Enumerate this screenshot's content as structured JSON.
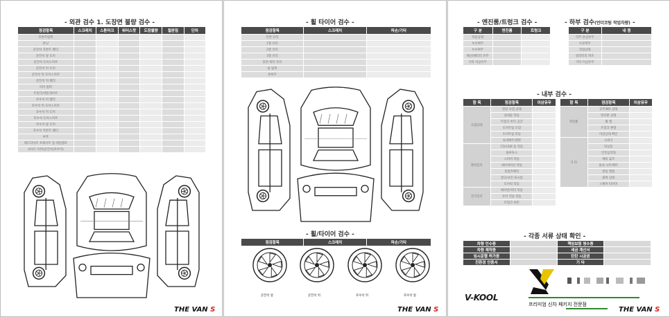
{
  "page1": {
    "title": "- 외관 검수 1. 도장면 불량 검수 -",
    "table": {
      "headers": [
        "점검항목",
        "스크래치",
        "스톤마크",
        "워터스팟",
        "도장불량",
        "철판침",
        "단차"
      ],
      "rows": [
        "프론트범퍼",
        "본닛",
        "운전석 프론트 휀더",
        "운전석 앞 도어",
        "운전석 도어스커프",
        "운전석 뒤 도어",
        "운전석 뒤 도어스커프",
        "운전석 뒤 휀더",
        "리어 범퍼",
        "트렁크/테일게이트",
        "조수석 뒤 휀더",
        "조수석 뒤 도어스커프",
        "조수석 뒤 도어",
        "조수석 도어스커프",
        "조수석 앞 도어",
        "조수석 프론트 휀더",
        "루프",
        "헤드라이트 프레이트 및 테일램프",
        "사이드 미러(운전석/조수석)"
      ]
    },
    "brand": "THE VAN",
    "brand_s": "S"
  },
  "page2": {
    "title1": "- 휠 타이어 검수 -",
    "table1": {
      "headers": [
        "점검항목",
        "스크래치",
        "파손/기타"
      ],
      "rows": [
        "전면 유리",
        "1열 유리",
        "2열 유리",
        "3열 유리",
        "후면 쿼터 유리",
        "뒷 범퍼",
        "썬루프"
      ]
    },
    "title2": "- 휠/타이어 검수 -",
    "table2": {
      "headers": [
        "점검항목",
        "스크래치",
        "파손/기타"
      ]
    },
    "wheels": [
      "운전석 앞",
      "운전석 뒤",
      "조수석 뒤",
      "조수석 앞"
    ],
    "brand": "THE VAN",
    "brand_s": "S"
  },
  "page3": {
    "engine_title": "- 엔진룸/트렁크 검수 -",
    "engine_headers": [
      "구 분",
      "엔진룸",
      "트렁크"
    ],
    "engine_rows": [
      "작동상태",
      "누유여부",
      "누수여부",
      "배선/배터리 유무",
      "기타 이상유무"
    ],
    "under_title": "- 하부 검수",
    "under_sub": "(언더코팅 작업차량)",
    "under_headers": [
      "구 분",
      "내 용"
    ],
    "under_rows": [
      "하부 손상유무",
      "누유여부",
      "작업상태",
      "밀리터리 파츠",
      "기타 이상유무"
    ],
    "interior_title": "- 내부 검수 -",
    "interior_headers": [
      "항 목",
      "점검항목",
      "이상유무"
    ],
    "interior_left": [
      {
        "group": "오염상태",
        "items": [
          "천장 오염 상태",
          "실내등 작동",
          "트렁크 바닥 공간",
          "도어트림 오염",
          "도어트림 작동",
          "실내매트/깔판"
        ]
      },
      {
        "group": "편의장치",
        "items": [
          "CD/USB 등 작동",
          "블루투스",
          "스피커 작동",
          "네비게이션 작동",
          "후방카메라",
          "경고/사진 표시등",
          "도어락 작동"
        ]
      },
      {
        "group": "전기장치",
        "items": [
          "에어컨/히터 작동",
          "유리 전동 작동",
          "트렁크 버튼"
        ]
      }
    ],
    "interior_right": [
      {
        "group": "외장품",
        "items": [
          "고무패킹 상태",
          "번호판 상태",
          "휠 캡",
          "트렁크 판넬",
          "마감상태 확인"
        ]
      },
      {
        "group": "기 타",
        "items": [
          "소화기",
          "탁상등",
          "안전삼각대",
          "예비 휴즈",
          "실내 시트/매트",
          "썬팅 필름",
          "블박 상태",
          "스페어 타이어"
        ]
      }
    ],
    "docs_title": "- 각종 서류 상태 확인 -",
    "docs": [
      [
        "차량 인수증",
        "책임보험 영수증"
      ],
      [
        "차량 제작증",
        "세금 계산서"
      ],
      [
        "임시운행 허가증",
        "탄탄 시공권"
      ],
      [
        "친환경 인증서",
        "기 타"
      ]
    ],
    "brand_left": "V-KOOL",
    "promo": "프리미엄 신차 패키지 전문점",
    "brand": "THE VAN",
    "brand_s": "S"
  }
}
